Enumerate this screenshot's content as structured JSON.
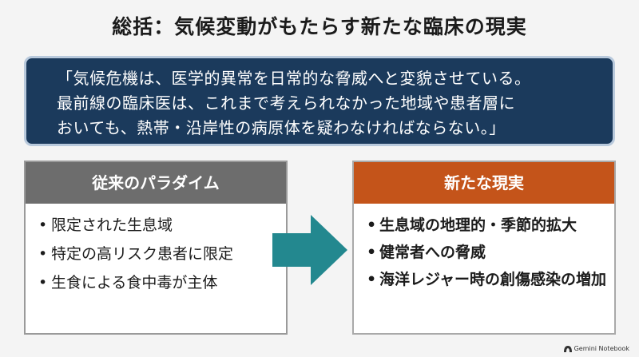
{
  "title": "総括：気候変動がもたらす新たな臨床の現実",
  "quote": {
    "lines": [
      "「気候危機は、医学的異常を日常的な脅威へと変貌させている。",
      "最前線の臨床医は、これまで考えられなかった地域や患者層に",
      "おいても、熱帯・沿岸性の病原体を疑わなければならない。」"
    ]
  },
  "left_panel": {
    "header": "従来のパラダイム",
    "items": [
      "限定された生息域",
      "特定の高リスク患者に限定",
      "生食による食中毒が主体"
    ]
  },
  "right_panel": {
    "header": "新たな現実",
    "items": [
      "生息域の地理的・季節的拡大",
      "健常者への脅威",
      "海洋レジャー時の創傷感染の増加"
    ]
  },
  "bullet": "•",
  "logo": {
    "text": "Gemini Notebook",
    "icon": "notebook-icon"
  },
  "colors": {
    "quote_bg": "#1b3a5c",
    "left_header": "#6d6d6d",
    "right_header": "#c4541a",
    "arrow": "#23888f"
  }
}
